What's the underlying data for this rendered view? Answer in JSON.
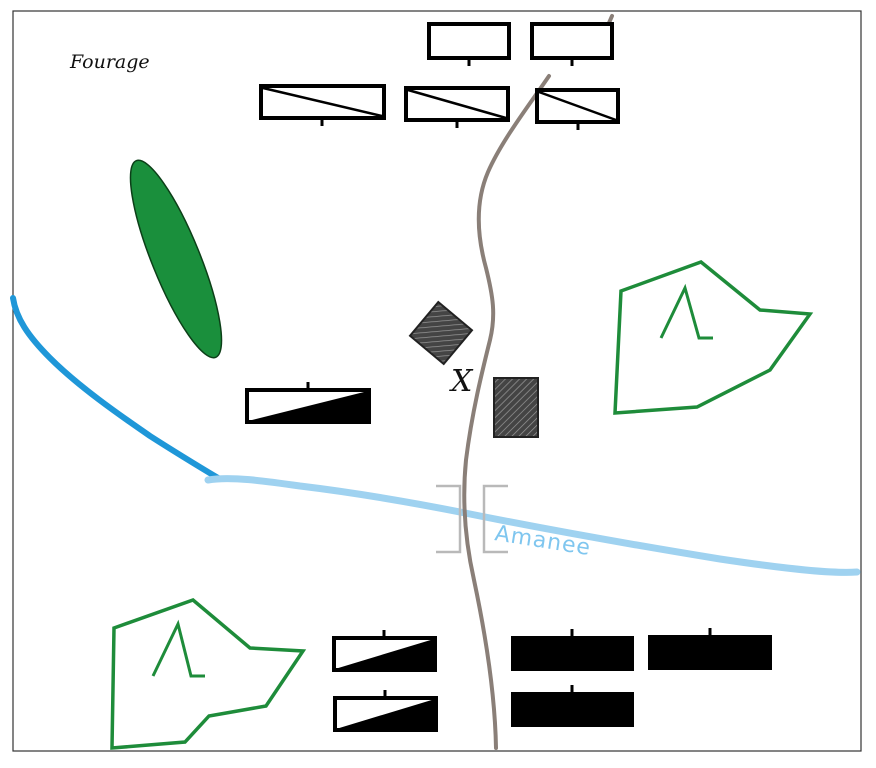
{
  "map": {
    "place_label": "Fourage",
    "river_label": "Amanee",
    "battle_marker": "X",
    "colors": {
      "woods": "#1a8f3c",
      "hills": "#1e8c3a",
      "river_upper": "#1f97d8",
      "river_lower": "#9fd2f0",
      "road": "#8a7f78",
      "units": "#000000"
    },
    "features": {
      "woods": "green-ellipse",
      "hills": [
        "hill-east",
        "hill-southwest"
      ],
      "river": "river",
      "road": "road",
      "bridge": "bridge-marker"
    }
  }
}
